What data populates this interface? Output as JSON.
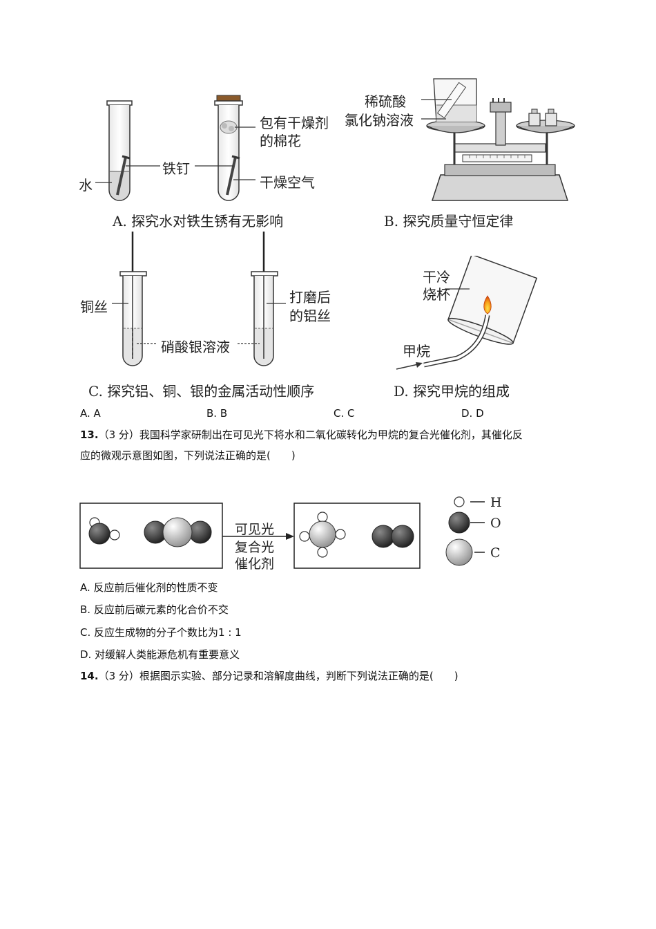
{
  "q12": {
    "figA": {
      "label_water": "水",
      "label_nail": "铁钉",
      "label_cotton_1": "包有干燥剂",
      "label_cotton_2": "的棉花",
      "label_dry_air": "干燥空气",
      "caption": "A. 探究水对铁生锈有无影响"
    },
    "figB": {
      "label_acid": "稀硫酸",
      "label_nacl": "氯化钠溶液",
      "caption": "B. 探究质量守恒定律"
    },
    "figC": {
      "label_cu": "铜丝",
      "label_al_1": "打磨后",
      "label_al_2": "的铝丝",
      "label_agno3": "硝酸银溶液",
      "caption": "C. 探究铝、铜、银的金属活动性顺序"
    },
    "figD": {
      "label_beaker_1": "干冷",
      "label_beaker_2": "烧杯",
      "label_methane": "甲烷",
      "caption": "D. 探究甲烷的组成"
    },
    "options": [
      "A. A",
      "B. B",
      "C. C",
      "D. D"
    ]
  },
  "q13": {
    "number": "13.",
    "stem_line1": "（3 分）我国科学家研制出在可见光下将水和二氧化碳转化为甲烷的复合光催化剂，其催化反",
    "stem_line2": "应的微观示意图如图，下列说法正确的是(　　)",
    "arrow_label_1": "可见光",
    "arrow_label_2": "复合光",
    "arrow_label_3": "催化剂",
    "legend": [
      "H",
      "O",
      "C"
    ],
    "options": [
      "A. 反应前后催化剂的性质不变",
      "B. 反应前后碳元素的化合价不交",
      "C. 反应生成物的分子个数比为1 : 1",
      "D. 对缓解人类能源危机有重要意义"
    ]
  },
  "q14": {
    "number": "14.",
    "stem": "（3 分）根据图示实验、部分记录和溶解度曲线，判断下列说法正确的是(　　)"
  }
}
